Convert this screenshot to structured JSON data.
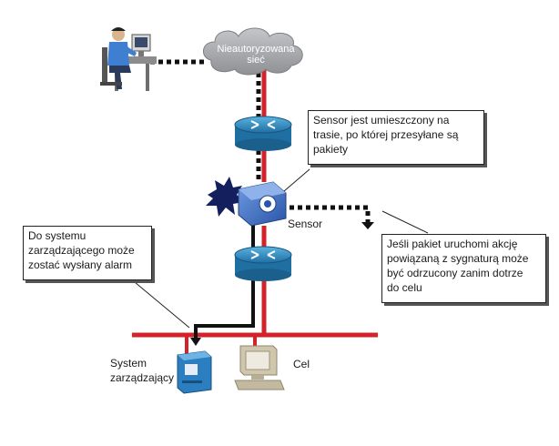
{
  "cloud": {
    "line1": "Nieautoryzowana",
    "line2": "sieć"
  },
  "callout_sensor": {
    "line1": "Sensor jest umieszczony na",
    "line2": "trasie, po której przesyłane są",
    "line3": "pakiety"
  },
  "callout_alarm": {
    "line1": "Do systemu",
    "line2": "zarządzającego może",
    "line3": "zostać wysłany alarm"
  },
  "callout_drop": {
    "line1": "Jeśli pakiet uruchomi akcję",
    "line2": "powiązaną z sygnaturą może",
    "line3": "być odrzucony zanim dotrze",
    "line4": "do celu"
  },
  "labels": {
    "sensor": "Sensor",
    "mgmt_line1": "System",
    "mgmt_line2": "zarządzający",
    "target": "Cel"
  },
  "colors": {
    "link_red": "#d3222a",
    "dotted_path": "#111111",
    "router_blue": "#2b8fc6",
    "sensor_blue": "#3a6fc2",
    "cloud_gray": "#a7a9ad",
    "burst_navy": "#14205e"
  },
  "icons": [
    "user-workstation-icon",
    "cloud-icon",
    "router-icon",
    "sensor-icon",
    "alert-burst-icon",
    "server-icon",
    "computer-icon"
  ]
}
